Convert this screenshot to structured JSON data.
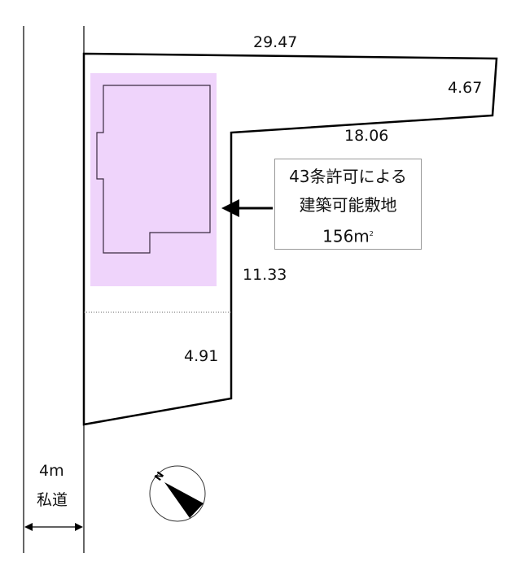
{
  "dimensions": {
    "top": "29.47",
    "right_end": "4.67",
    "step": "18.06",
    "right_side": "11.33",
    "bottom": "4.91"
  },
  "road": {
    "width": "4m",
    "type": "私道"
  },
  "callout": {
    "line1": "43条許可による",
    "line2": "建築可能敷地",
    "area_value": "156m",
    "area_unit": "2"
  },
  "compass": {
    "label": "N"
  },
  "colors": {
    "buildable": "#efd4fb",
    "outline": "#000000"
  }
}
